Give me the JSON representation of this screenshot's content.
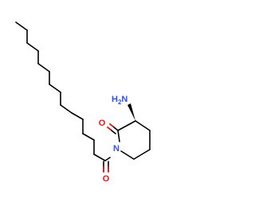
{
  "molecule": {
    "atoms": {
      "amine_nitrogen": "N",
      "amine_h": "H",
      "amine_h_count": "2",
      "ring_carbonyl_oxygen": "O",
      "ring_nitrogen": "N",
      "acyl_carbonyl_oxygen": "O"
    }
  },
  "colors": {
    "nitrogen": "#3050f8",
    "oxygen": "#ff0d0d",
    "carbon_bond": "#000000",
    "background": "#ffffff"
  }
}
